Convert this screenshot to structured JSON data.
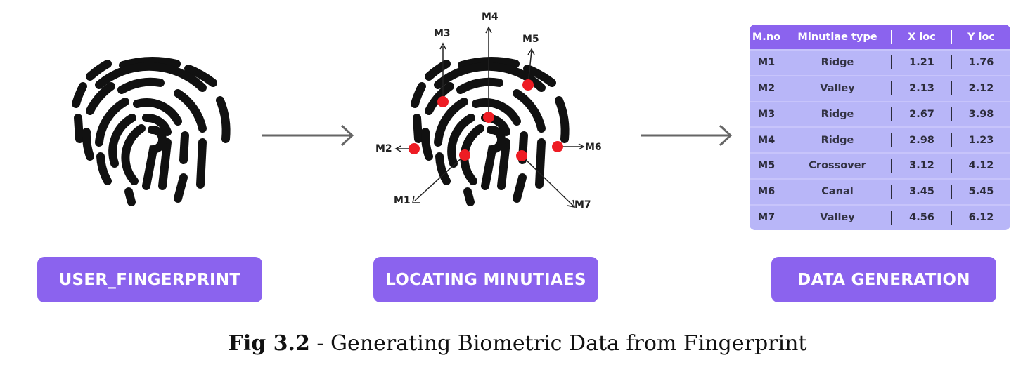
{
  "stages": {
    "user_fingerprint": "USER_FINGERPRINT",
    "locating": "LOCATING MINUTIAES",
    "data_generation": "DATA GENERATION"
  },
  "minutiae_labels": {
    "m1": "M1",
    "m2": "M2",
    "m3": "M3",
    "m4": "M4",
    "m5": "M5",
    "m6": "M6",
    "m7": "M7"
  },
  "table": {
    "headers": [
      "M.no",
      "Minutiae type",
      "X loc",
      "Y loc"
    ],
    "rows": [
      {
        "no": "M1",
        "type": "Ridge",
        "x": "1.21",
        "y": "1.76"
      },
      {
        "no": "M2",
        "type": "Valley",
        "x": "2.13",
        "y": "2.12"
      },
      {
        "no": "M3",
        "type": "Ridge",
        "x": "2.67",
        "y": "3.98"
      },
      {
        "no": "M4",
        "type": "Ridge",
        "x": "2.98",
        "y": "1.23"
      },
      {
        "no": "M5",
        "type": "Crossover",
        "x": "3.12",
        "y": "4.12"
      },
      {
        "no": "M6",
        "type": "Canal",
        "x": "3.45",
        "y": "5.45"
      },
      {
        "no": "M7",
        "type": "Valley",
        "x": "4.56",
        "y": "6.12"
      }
    ]
  },
  "caption": {
    "prefix": "Fig 3.2",
    "separator": " - ",
    "text": "Generating Biometric Data from Fingerprint"
  },
  "colors": {
    "accent": "#8b63ee",
    "table_body": "#b8b6f8",
    "minutia_dot": "#ee1c24",
    "ridge": "#111111",
    "arrow": "#666666"
  },
  "icons": {
    "fingerprint": "fingerprint-icon",
    "flow_arrow": "right-arrow-icon"
  }
}
